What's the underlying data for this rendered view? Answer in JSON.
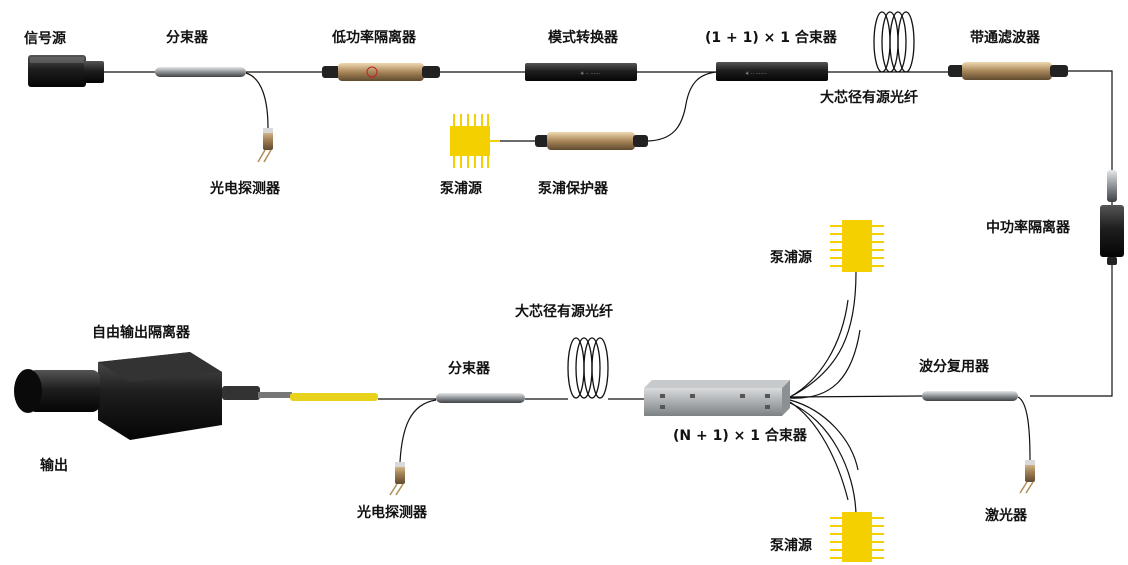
{
  "labels": {
    "signal_source": "信号源",
    "splitter_top": "分束器",
    "low_power_isolator": "低功率隔离器",
    "mode_converter": "模式转换器",
    "combiner_1p1": "(1 + 1) × 1 合束器",
    "bandpass_filter": "带通滤波器",
    "large_core_fiber_top": "大芯径有源光纤",
    "photodetector_top": "光电探测器",
    "pump_source_top": "泵浦源",
    "pump_protector": "泵浦保护器",
    "mid_power_isolator": "中功率隔离器",
    "pump_source_mid": "泵浦源",
    "freespace_isolator": "自由输出隔离器",
    "large_core_fiber_bottom": "大芯径有源光纤",
    "splitter_bottom": "分束器",
    "wdm": "波分复用器",
    "output": "输出",
    "combiner_n1": "(N + 1) × 1 合束器",
    "photodetector_bottom": "光电探测器",
    "laser": "激光器",
    "pump_source_bottom": "泵浦源"
  },
  "colors": {
    "fiber": "#111111",
    "pump_chip": "#f5d000",
    "yellow_fiber": "#e8d21c",
    "brass": "#b08d57",
    "steel": "#9aa0a6",
    "black_body": "#1c1c1c"
  }
}
